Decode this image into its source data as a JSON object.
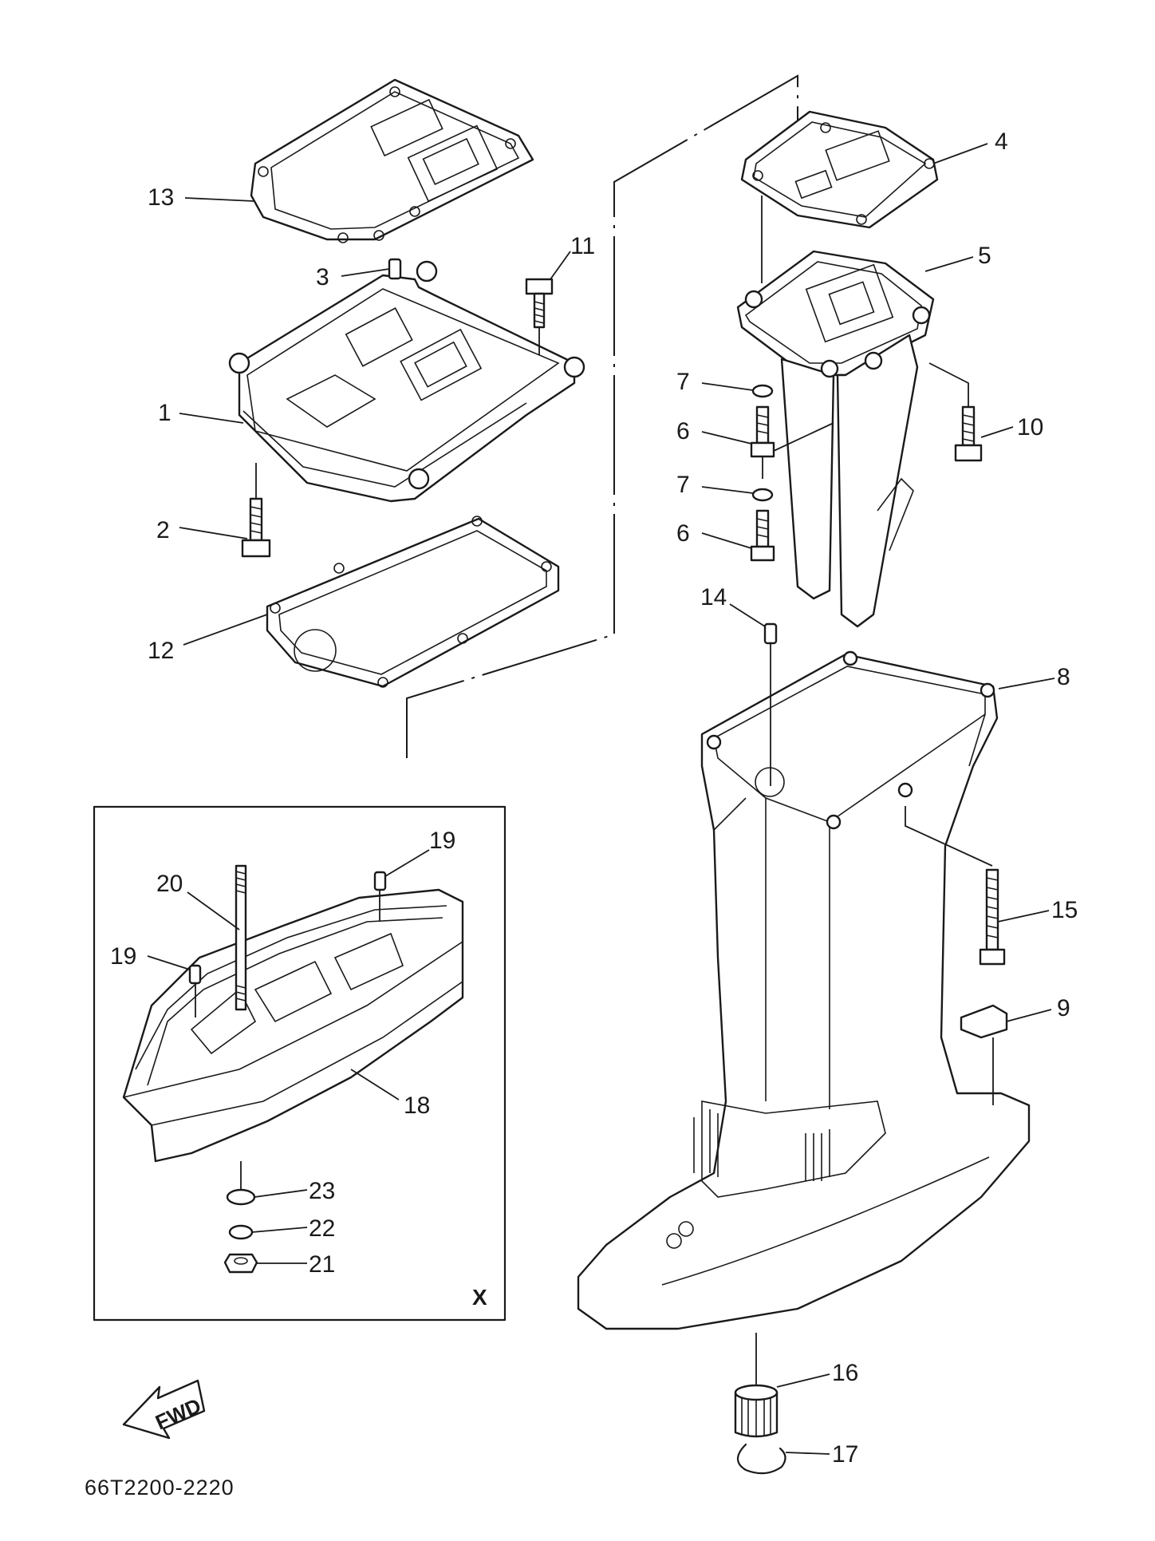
{
  "drawing_code": "66T2200-2220",
  "inset_marker": "X",
  "direction_arrow": "FWD",
  "callouts": [
    "1",
    "2",
    "3",
    "4",
    "5",
    "6",
    "6",
    "7",
    "7",
    "8",
    "9",
    "10",
    "11",
    "12",
    "13",
    "14",
    "15",
    "16",
    "17",
    "18",
    "19",
    "19",
    "20",
    "21",
    "22",
    "23"
  ],
  "line_color": "#1a1a1a",
  "background": "#ffffff"
}
